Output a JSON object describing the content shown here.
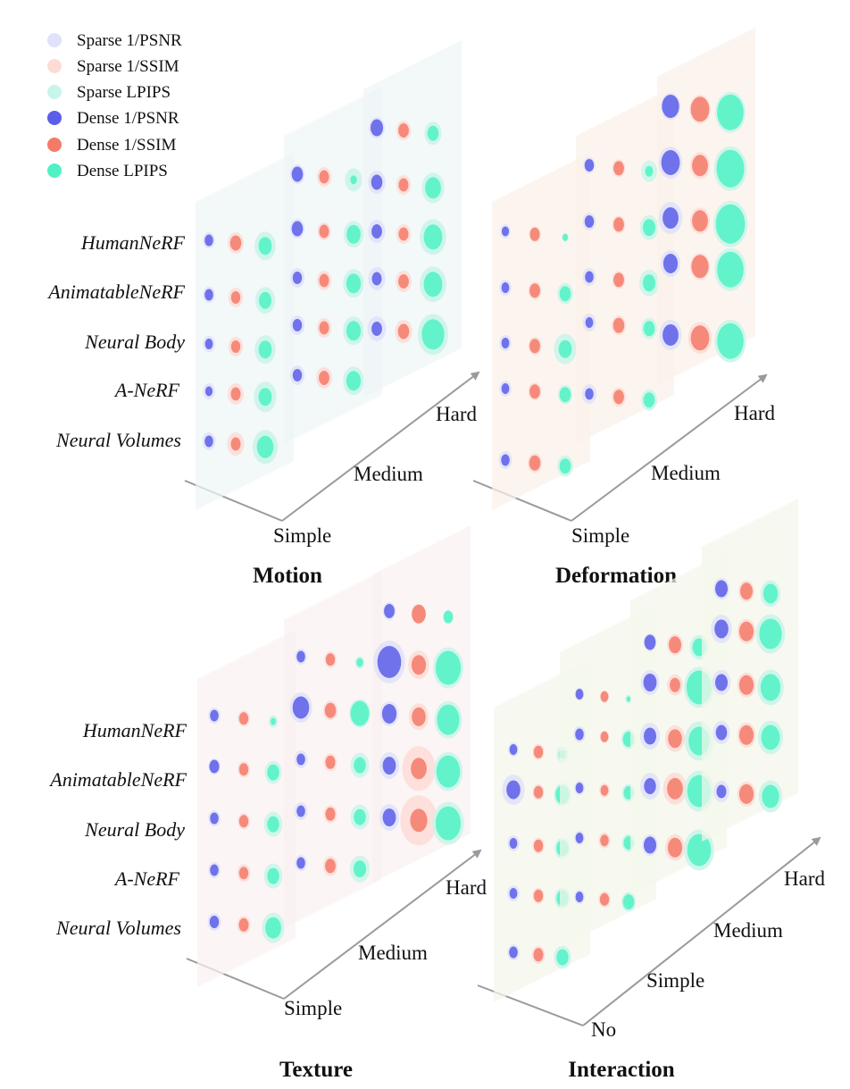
{
  "legend": [
    {
      "label": "Sparse 1/PSNR",
      "color": "#dfe2fa"
    },
    {
      "label": "Sparse 1/SSIM",
      "color": "#fddcd6"
    },
    {
      "label": "Sparse LPIPS",
      "color": "#c8f5e9"
    },
    {
      "label": "Dense 1/PSNR",
      "color": "#5a5ee8"
    },
    {
      "label": "Dense 1/SSIM",
      "color": "#f47a68"
    },
    {
      "label": "Dense LPIPS",
      "color": "#4ff2c4"
    }
  ],
  "methods": [
    "HumanNeRF",
    "AnimatableNeRF",
    "Neural Body",
    "A-NeRF",
    "Neural Volumes"
  ],
  "chart_data": [
    {
      "type": "scatter",
      "title": "Motion",
      "levels": [
        "Simple",
        "Medium",
        "Hard"
      ],
      "panel_tint": "#eef5f6",
      "note": "relative bubble sizes (0-1); rows ordered as methods; each cell [1/PSNR, 1/SSIM, LPIPS]",
      "sparse": [
        [
          [
            0.18,
            0.24,
            0.32
          ],
          [
            0.18,
            0.22,
            0.3
          ],
          [
            0.18,
            0.22,
            0.32
          ],
          [
            0.18,
            0.24,
            0.34
          ],
          [
            0.2,
            0.26,
            0.38
          ]
        ],
        [
          [
            0.22,
            0.22,
            0.26
          ],
          [
            0.22,
            0.2,
            0.3
          ],
          [
            0.22,
            0.22,
            0.32
          ],
          [
            0.22,
            0.22,
            0.32
          ],
          [
            0.22,
            0.24,
            0.32
          ]
        ],
        [
          [
            0.24,
            0.22,
            0.26
          ],
          [
            0.26,
            0.22,
            0.34
          ],
          [
            0.26,
            0.22,
            0.4
          ],
          [
            0.26,
            0.24,
            0.4
          ],
          [
            0.28,
            0.26,
            0.46
          ]
        ]
      ],
      "dense": [
        [
          [
            0.13,
            0.17,
            0.2
          ],
          [
            0.13,
            0.14,
            0.19
          ],
          [
            0.12,
            0.14,
            0.2
          ],
          [
            0.11,
            0.15,
            0.2
          ],
          [
            0.13,
            0.15,
            0.25
          ]
        ],
        [
          [
            0.17,
            0.15,
            0.1
          ],
          [
            0.17,
            0.15,
            0.21
          ],
          [
            0.14,
            0.15,
            0.22
          ],
          [
            0.14,
            0.15,
            0.22
          ],
          [
            0.14,
            0.16,
            0.22
          ]
        ],
        [
          [
            0.19,
            0.16,
            0.17
          ],
          [
            0.17,
            0.15,
            0.24
          ],
          [
            0.16,
            0.15,
            0.28
          ],
          [
            0.15,
            0.16,
            0.28
          ],
          [
            0.16,
            0.17,
            0.34
          ]
        ]
      ]
    },
    {
      "type": "scatter",
      "title": "Deformation",
      "levels": [
        "Simple",
        "Medium",
        "Hard"
      ],
      "panel_tint": "#fbf1e9",
      "note": "relative bubble sizes (0-1); rows ordered as methods; each cell [1/PSNR, 1/SSIM, LPIPS]",
      "sparse": [
        [
          [
            0.16,
            0.18,
            0.1
          ],
          [
            0.18,
            0.2,
            0.24
          ],
          [
            0.18,
            0.2,
            0.34
          ],
          [
            0.18,
            0.2,
            0.22
          ],
          [
            0.2,
            0.22,
            0.24
          ]
        ],
        [
          [
            0.18,
            0.2,
            0.24
          ],
          [
            0.2,
            0.2,
            0.28
          ],
          [
            0.2,
            0.2,
            0.3
          ],
          [
            0.2,
            0.22,
            0.24
          ],
          [
            0.22,
            0.22,
            0.24
          ]
        ],
        [
          [
            0.3,
            0.32,
            0.46
          ],
          [
            0.36,
            0.3,
            0.5
          ],
          [
            0.36,
            0.3,
            0.52
          ],
          [
            0.3,
            0.3,
            0.48
          ],
          [
            0.34,
            0.36,
            0.48
          ]
        ]
      ],
      "dense": [
        [
          [
            0.11,
            0.15,
            0.08
          ],
          [
            0.12,
            0.16,
            0.17
          ],
          [
            0.12,
            0.16,
            0.2
          ],
          [
            0.12,
            0.16,
            0.17
          ],
          [
            0.13,
            0.17,
            0.17
          ]
        ],
        [
          [
            0.14,
            0.16,
            0.12
          ],
          [
            0.14,
            0.16,
            0.19
          ],
          [
            0.13,
            0.16,
            0.19
          ],
          [
            0.12,
            0.17,
            0.17
          ],
          [
            0.13,
            0.16,
            0.17
          ]
        ],
        [
          [
            0.26,
            0.28,
            0.4
          ],
          [
            0.28,
            0.24,
            0.42
          ],
          [
            0.24,
            0.24,
            0.44
          ],
          [
            0.22,
            0.26,
            0.4
          ],
          [
            0.24,
            0.28,
            0.4
          ]
        ]
      ]
    },
    {
      "type": "scatter",
      "title": "Texture",
      "levels": [
        "Simple",
        "Medium",
        "Hard"
      ],
      "panel_tint": "#f9f1f1",
      "note": "relative bubble sizes (0-1); rows ordered as methods; each cell [1/PSNR, 1/SSIM, LPIPS]",
      "sparse": [
        [
          [
            0.18,
            0.18,
            0.14
          ],
          [
            0.18,
            0.18,
            0.26
          ],
          [
            0.18,
            0.18,
            0.28
          ],
          [
            0.18,
            0.2,
            0.28
          ],
          [
            0.2,
            0.2,
            0.34
          ]
        ],
        [
          [
            0.18,
            0.18,
            0.14
          ],
          [
            0.34,
            0.22,
            0.32
          ],
          [
            0.2,
            0.2,
            0.28
          ],
          [
            0.2,
            0.2,
            0.28
          ],
          [
            0.18,
            0.22,
            0.3
          ]
        ],
        [
          [
            0.2,
            0.22,
            0.16
          ],
          [
            0.48,
            0.32,
            0.46
          ],
          [
            0.28,
            0.3,
            0.42
          ],
          [
            0.3,
            0.5,
            0.44
          ],
          [
            0.3,
            0.56,
            0.48
          ]
        ]
      ],
      "dense": [
        [
          [
            0.13,
            0.14,
            0.08
          ],
          [
            0.15,
            0.14,
            0.18
          ],
          [
            0.13,
            0.14,
            0.18
          ],
          [
            0.13,
            0.14,
            0.18
          ],
          [
            0.14,
            0.15,
            0.24
          ]
        ],
        [
          [
            0.13,
            0.14,
            0.1
          ],
          [
            0.25,
            0.17,
            0.28
          ],
          [
            0.13,
            0.15,
            0.18
          ],
          [
            0.13,
            0.15,
            0.18
          ],
          [
            0.13,
            0.16,
            0.19
          ]
        ],
        [
          [
            0.16,
            0.21,
            0.14
          ],
          [
            0.36,
            0.22,
            0.38
          ],
          [
            0.22,
            0.21,
            0.34
          ],
          [
            0.2,
            0.24,
            0.36
          ],
          [
            0.2,
            0.26,
            0.38
          ]
        ]
      ]
    },
    {
      "type": "scatter",
      "title": "Interaction",
      "levels": [
        "No",
        "Simple",
        "Medium",
        "Hard"
      ],
      "panel_tint": "#f4f7eb",
      "note": "relative bubble sizes (0-1); rows ordered as methods; each cell [1/PSNR, 1/SSIM, LPIPS]",
      "sparse": [
        [
          [
            0.16,
            0.18,
            0.18
          ],
          [
            0.34,
            0.18,
            0.26
          ],
          [
            0.18,
            0.18,
            0.24
          ],
          [
            0.18,
            0.18,
            0.24
          ],
          [
            0.18,
            0.2,
            0.26
          ]
        ],
        [
          [
            0.14,
            0.14,
            0.1
          ],
          [
            0.18,
            0.14,
            0.22
          ],
          [
            0.16,
            0.16,
            0.2
          ],
          [
            0.16,
            0.18,
            0.2
          ],
          [
            0.16,
            0.18,
            0.22
          ]
        ],
        [
          [
            0.2,
            0.24,
            0.28
          ],
          [
            0.28,
            0.24,
            0.46
          ],
          [
            0.3,
            0.3,
            0.44
          ],
          [
            0.3,
            0.36,
            0.46
          ],
          [
            0.24,
            0.3,
            0.46
          ]
        ],
        [
          [
            0.24,
            0.24,
            0.3
          ],
          [
            0.32,
            0.28,
            0.44
          ],
          [
            0.28,
            0.28,
            0.4
          ],
          [
            0.26,
            0.28,
            0.38
          ],
          [
            0.24,
            0.28,
            0.36
          ]
        ]
      ],
      "dense": [
        [
          [
            0.12,
            0.14,
            0.1
          ],
          [
            0.21,
            0.14,
            0.21
          ],
          [
            0.12,
            0.14,
            0.18
          ],
          [
            0.12,
            0.14,
            0.18
          ],
          [
            0.13,
            0.15,
            0.18
          ]
        ],
        [
          [
            0.12,
            0.12,
            0.06
          ],
          [
            0.13,
            0.12,
            0.17
          ],
          [
            0.12,
            0.12,
            0.15
          ],
          [
            0.12,
            0.13,
            0.15
          ],
          [
            0.12,
            0.14,
            0.17
          ]
        ],
        [
          [
            0.17,
            0.19,
            0.2
          ],
          [
            0.2,
            0.16,
            0.38
          ],
          [
            0.19,
            0.21,
            0.32
          ],
          [
            0.18,
            0.24,
            0.36
          ],
          [
            0.19,
            0.22,
            0.36
          ]
        ],
        [
          [
            0.19,
            0.19,
            0.22
          ],
          [
            0.21,
            0.22,
            0.34
          ],
          [
            0.19,
            0.22,
            0.3
          ],
          [
            0.17,
            0.22,
            0.28
          ],
          [
            0.15,
            0.22,
            0.26
          ]
        ]
      ]
    }
  ]
}
